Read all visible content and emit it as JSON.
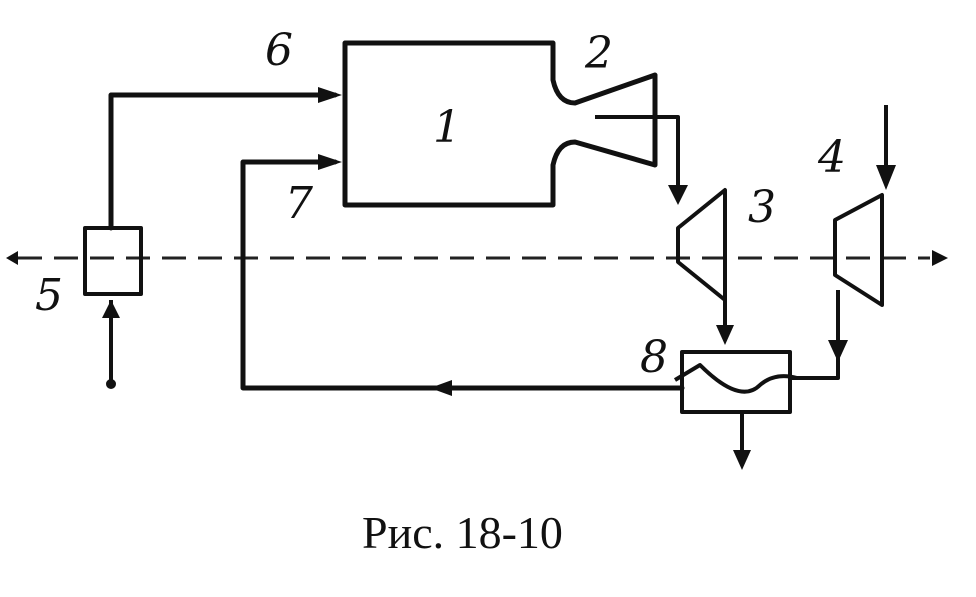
{
  "labels": {
    "n1": "1",
    "n2": "2",
    "n3": "3",
    "n4": "4",
    "n5": "5",
    "n6": "6",
    "n7": "7",
    "n8": "8"
  },
  "caption": "Рис. 18-10"
}
